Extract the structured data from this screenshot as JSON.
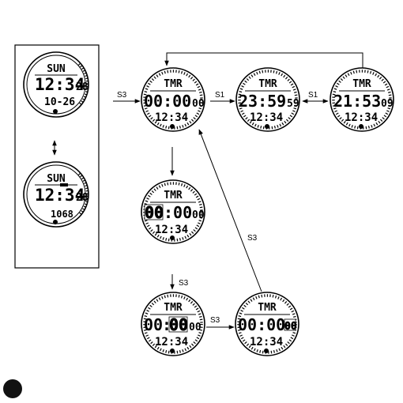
{
  "arrow_labels": {
    "to_timer": "S3",
    "timer_to_running": "S1",
    "running_to_paused": "S1",
    "set_down": "S3",
    "set_right": "S3",
    "set_back": "S3"
  },
  "watch_time_a": {
    "day": "SUN",
    "time": "12:34",
    "seconds": "28",
    "date": "10-26"
  },
  "watch_time_b": {
    "day": "SUN",
    "time": "12:34",
    "seconds": "28",
    "extra": "1068"
  },
  "watch_tmr_main": {
    "mode": "TMR",
    "main": "00:00",
    "secs": "00",
    "sub": "12:34"
  },
  "watch_tmr_running": {
    "mode": "TMR",
    "main": "23:59",
    "secs": "59",
    "sub": "12:34"
  },
  "watch_tmr_paused": {
    "mode": "TMR",
    "main": "21:53",
    "secs": "09",
    "sub": "12:34"
  },
  "watch_set_hours": {
    "mode": "TMR",
    "main_hours": "00",
    "main_rest": ":00",
    "secs": "00",
    "sub": "12:34"
  },
  "watch_set_minutes": {
    "mode": "TMR",
    "main_hours": "00",
    "main_colon": ":",
    "main_minutes": "00",
    "secs": "00",
    "sub": "12:34"
  },
  "watch_set_seconds": {
    "mode": "TMR",
    "main": "00:00",
    "secs": "00",
    "sub": "12:34"
  }
}
